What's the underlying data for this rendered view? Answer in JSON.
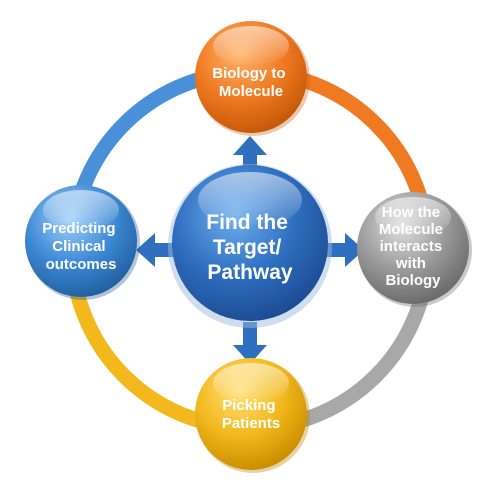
{
  "diagram": {
    "center": {
      "lines": [
        "Find the",
        "Target/",
        "Pathway"
      ],
      "color": "#2f6fc0"
    },
    "nodes": {
      "top": {
        "lines": [
          "Biology to",
          "Molecule"
        ],
        "color": "#f07a22"
      },
      "right": {
        "lines": [
          "How the",
          "Molecule",
          "interacts",
          "with",
          "Biology"
        ],
        "color": "#9a9a9a"
      },
      "bottom": {
        "lines": [
          "Picking",
          "Patients"
        ],
        "color": "#f2b81c"
      },
      "left": {
        "lines": [
          "Predicting",
          "Clinical",
          "outcomes"
        ],
        "color": "#3d8ad6"
      }
    },
    "ring_colors": {
      "top_right": "#f07a22",
      "right_bottom": "#a8a8a8",
      "bottom_left": "#f2b81c",
      "left_top": "#4a90d9"
    },
    "arrow_color": "#2f6fc0"
  }
}
